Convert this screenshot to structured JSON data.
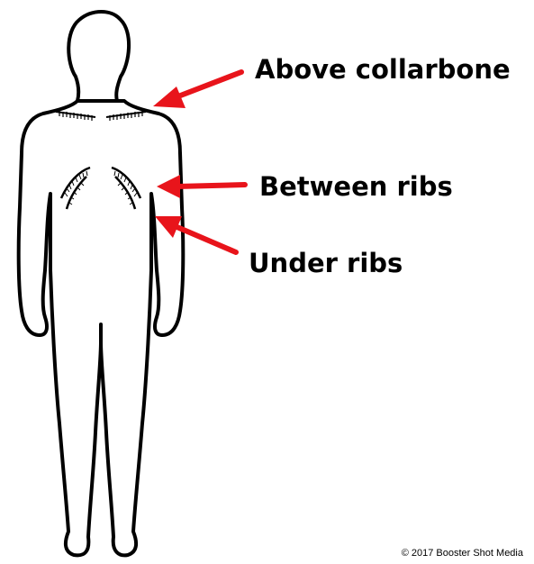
{
  "labels": {
    "above_collarbone": "Above collarbone",
    "between_ribs": "Between ribs",
    "under_ribs": "Under ribs"
  },
  "credit": "© 2017 Booster Shot Media",
  "colors": {
    "arrow": "#e8141b",
    "outline": "#000000",
    "background": "#ffffff"
  }
}
